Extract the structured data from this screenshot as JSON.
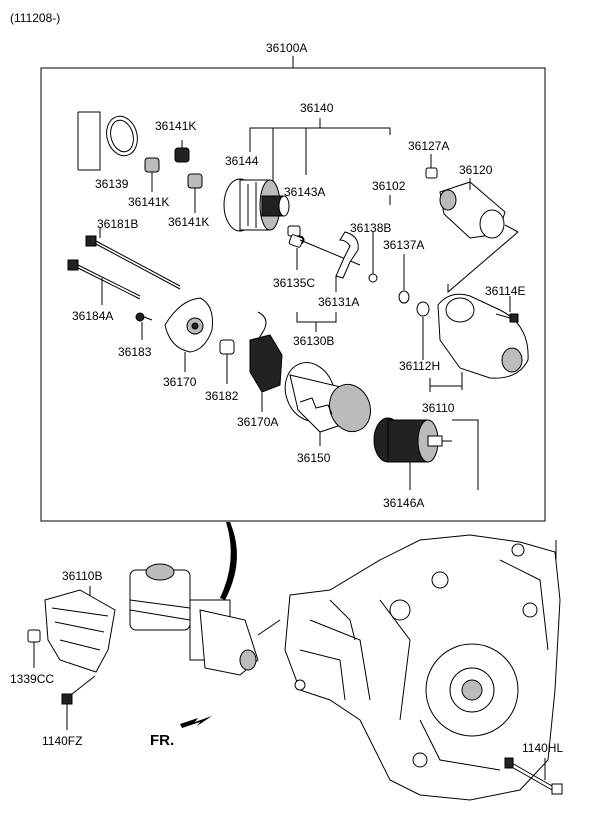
{
  "header": {
    "date_code": "(111208-)"
  },
  "assembly_label": "36100A",
  "labels": {
    "p36140": "36140",
    "p36141K_a": "36141K",
    "p36141K_b": "36141K",
    "p36141K_c": "36141K",
    "p36139": "36139",
    "p36144": "36144",
    "p36143A": "36143A",
    "p36102": "36102",
    "p36127A": "36127A",
    "p36120": "36120",
    "p36181B": "36181B",
    "p36138B": "36138B",
    "p36137A": "36137A",
    "p36135C": "36135C",
    "p36131A": "36131A",
    "p36114E": "36114E",
    "p36184A": "36184A",
    "p36130B": "36130B",
    "p36183": "36183",
    "p36112H": "36112H",
    "p36170": "36170",
    "p36182": "36182",
    "p36110": "36110",
    "p36170A": "36170A",
    "p36150": "36150",
    "p36146A": "36146A",
    "p36110B": "36110B",
    "p1339CC": "1339CC",
    "p1140FZ": "1140FZ",
    "p1140HL": "1140HL"
  },
  "direction_marker": {
    "label": "FR."
  }
}
